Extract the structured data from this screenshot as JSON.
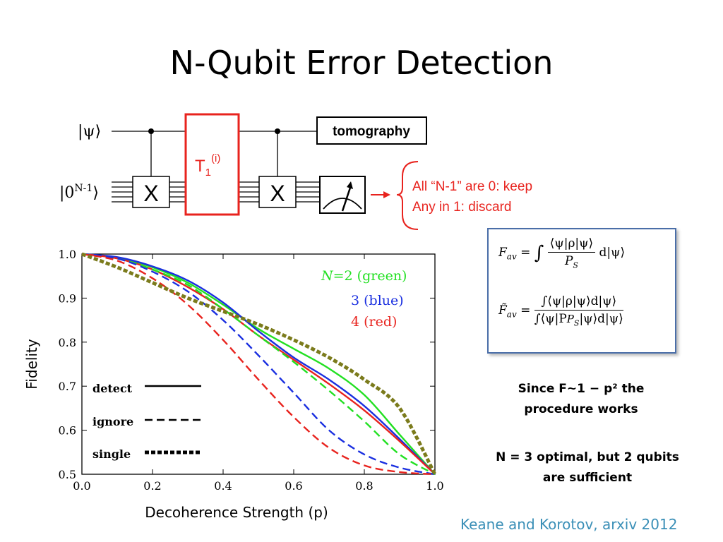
{
  "title": "N-Qubit Error Detection",
  "circuit": {
    "input_state": "|ψ⟩",
    "ancilla_state_prefix": "|0",
    "ancilla_state_sup": "N-1",
    "ancilla_state_suffix": "⟩",
    "gate_x_label": "X",
    "channel_label": "T",
    "channel_sub": "1",
    "channel_sup": "(i)",
    "tomography_label": "tomography"
  },
  "outcomes": {
    "keep": "All “N-1” are 0: keep",
    "discard": "Any in 1: discard"
  },
  "formulas": {
    "f_av_lhs": "F",
    "f_av_sub": "av",
    "f_av_num": "⟨ψ|ρ|ψ⟩",
    "f_av_den": "P",
    "f_av_den_sub": "S",
    "f_av_tail": "d|ψ⟩",
    "ftilde_num": "∫⟨ψ|ρ|ψ⟩d|ψ⟩",
    "ftilde_den": "∫⟨ψ|P",
    "ftilde_den_sub": "S",
    "ftilde_den_tail": "|ψ⟩d|ψ⟩"
  },
  "notes": {
    "since_line1": "Since F~1 − p² the",
    "since_line2": "procedure works",
    "optimal_line1": "N = 3 optimal, but 2 qubits",
    "optimal_line2": "are sufficient"
  },
  "citation": "Keane and Korotov, arxiv 2012",
  "chart_data": {
    "type": "line",
    "xlabel": "Decoherence Strength (p)",
    "ylabel": "Fidelity",
    "xlim": [
      0.0,
      1.0
    ],
    "ylim": [
      0.5,
      1.0
    ],
    "x_ticks": [
      "0.0",
      "0.2",
      "0.4",
      "0.6",
      "0.8",
      "1.0"
    ],
    "y_ticks": [
      "0.5",
      "0.6",
      "0.7",
      "0.8",
      "0.9",
      "1.0"
    ],
    "legend_labels": {
      "n2_prefix": "N",
      "n2_rest": "=2 (green)",
      "n3": "3 (blue)",
      "n4": "4 (red)"
    },
    "style_legend": [
      "detect",
      "ignore",
      "single"
    ],
    "colors": {
      "green": "#22e022",
      "blue": "#1a2fe0",
      "red": "#e8231e",
      "single": "#7b7b1c"
    },
    "series": [
      {
        "color": "green",
        "style": "detect",
        "x": [
          0.0,
          0.1,
          0.2,
          0.3,
          0.4,
          0.5,
          0.6,
          0.7,
          0.8,
          0.9,
          1.0
        ],
        "y": [
          1.0,
          0.992,
          0.97,
          0.935,
          0.885,
          0.83,
          0.785,
          0.74,
          0.68,
          0.59,
          0.5
        ]
      },
      {
        "color": "blue",
        "style": "detect",
        "x": [
          0.0,
          0.1,
          0.2,
          0.3,
          0.4,
          0.5,
          0.6,
          0.7,
          0.8,
          0.9,
          1.0
        ],
        "y": [
          1.0,
          0.993,
          0.972,
          0.94,
          0.89,
          0.825,
          0.765,
          0.715,
          0.655,
          0.58,
          0.5
        ]
      },
      {
        "color": "red",
        "style": "detect",
        "x": [
          0.0,
          0.1,
          0.2,
          0.3,
          0.4,
          0.5,
          0.6,
          0.7,
          0.8,
          0.9,
          1.0
        ],
        "y": [
          1.0,
          0.99,
          0.965,
          0.925,
          0.875,
          0.815,
          0.76,
          0.705,
          0.645,
          0.575,
          0.5
        ]
      },
      {
        "color": "green",
        "style": "ignore",
        "x": [
          0.0,
          0.1,
          0.2,
          0.3,
          0.4,
          0.5,
          0.6,
          0.7,
          0.8,
          0.9,
          1.0
        ],
        "y": [
          1.0,
          0.99,
          0.965,
          0.93,
          0.875,
          0.815,
          0.755,
          0.69,
          0.62,
          0.545,
          0.5
        ]
      },
      {
        "color": "blue",
        "style": "ignore",
        "x": [
          0.0,
          0.1,
          0.2,
          0.3,
          0.4,
          0.5,
          0.6,
          0.7,
          0.8,
          0.9,
          1.0
        ],
        "y": [
          1.0,
          0.99,
          0.96,
          0.915,
          0.85,
          0.77,
          0.685,
          0.6,
          0.545,
          0.515,
          0.5
        ]
      },
      {
        "color": "red",
        "style": "ignore",
        "x": [
          0.0,
          0.1,
          0.2,
          0.3,
          0.4,
          0.5,
          0.6,
          0.7,
          0.8,
          0.9,
          1.0
        ],
        "y": [
          1.0,
          0.985,
          0.945,
          0.885,
          0.805,
          0.715,
          0.63,
          0.56,
          0.52,
          0.505,
          0.5
        ]
      },
      {
        "color": "single",
        "style": "single",
        "x": [
          0.0,
          0.1,
          0.2,
          0.3,
          0.4,
          0.5,
          0.6,
          0.7,
          0.8,
          0.9,
          1.0
        ],
        "y": [
          1.0,
          0.97,
          0.935,
          0.9,
          0.87,
          0.84,
          0.805,
          0.765,
          0.715,
          0.65,
          0.5
        ]
      }
    ]
  }
}
